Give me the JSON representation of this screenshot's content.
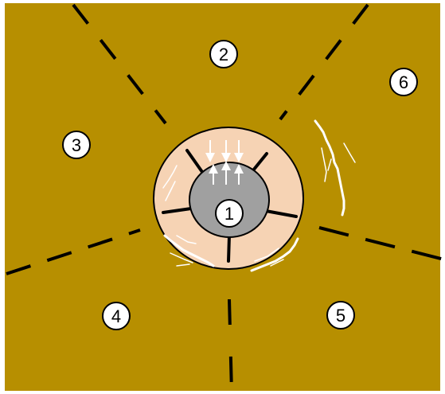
{
  "colors": {
    "background": "#b78f00",
    "ring": "#f6d3b4",
    "core": "#a0a0a0",
    "outline": "#000000",
    "dash": "#000000",
    "arrow": "#ffffff",
    "crack": "#ffffff",
    "label_fill": "#ffffff"
  },
  "labels": {
    "center": "1",
    "region_top": "2",
    "region_left": "3",
    "region_bottom_left": "4",
    "region_bottom_right": "5",
    "region_right": "6"
  }
}
